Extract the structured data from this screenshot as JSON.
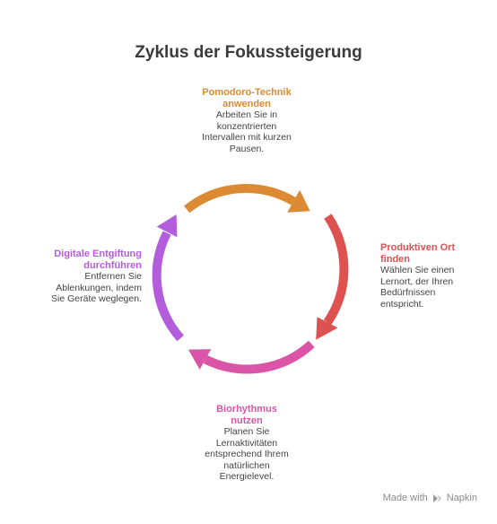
{
  "title": "Zyklus der Fokussteigerung",
  "colors": {
    "orange": "#DC8A33",
    "red": "#DE5151",
    "pink": "#DA55A8",
    "purple": "#B35CDC"
  },
  "nodes": {
    "top": {
      "heading_line1": "Pomodoro-Technik",
      "heading_line2": "anwenden",
      "desc_line1": "Arbeiten Sie in",
      "desc_line2": "konzentrierten",
      "desc_line3": "Intervallen mit kurzen",
      "desc_line4": "Pausen."
    },
    "right": {
      "heading_line1": "Produktiven Ort",
      "heading_line2": "finden",
      "desc_line1": "Wählen Sie einen",
      "desc_line2": "Lernort, der Ihren",
      "desc_line3": "Bedürfnissen",
      "desc_line4": "entspricht."
    },
    "bottom": {
      "heading_line1": "Biorhythmus",
      "heading_line2": "nutzen",
      "desc_line1": "Planen Sie",
      "desc_line2": "Lernaktivitäten",
      "desc_line3": "entsprechend Ihrem",
      "desc_line4": "natürlichen",
      "desc_line5": "Energielevel."
    },
    "left": {
      "heading_line1": "Digitale Entgiftung",
      "heading_line2": "durchführen",
      "desc_line1": "Entfernen Sie",
      "desc_line2": "Ablenkungen, indem",
      "desc_line3": "Sie Geräte weglegen."
    }
  },
  "footer": {
    "made_with": "Made with",
    "brand": "Napkin"
  }
}
